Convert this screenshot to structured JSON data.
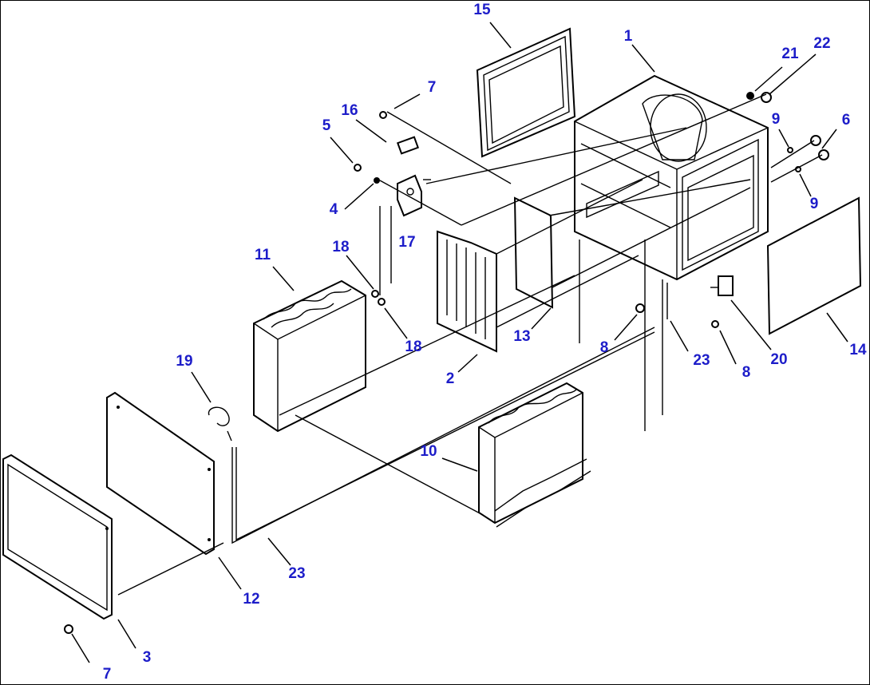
{
  "diagram": {
    "callouts": [
      {
        "id": "c15",
        "text": "15"
      },
      {
        "id": "c1",
        "text": "1"
      },
      {
        "id": "c21",
        "text": "21"
      },
      {
        "id": "c22",
        "text": "22"
      },
      {
        "id": "c7a",
        "text": "7"
      },
      {
        "id": "c16",
        "text": "16"
      },
      {
        "id": "c5",
        "text": "5"
      },
      {
        "id": "c9a",
        "text": "9"
      },
      {
        "id": "c6",
        "text": "6"
      },
      {
        "id": "c4",
        "text": "4"
      },
      {
        "id": "c17",
        "text": "17"
      },
      {
        "id": "c9b",
        "text": "9"
      },
      {
        "id": "c11",
        "text": "11"
      },
      {
        "id": "c18a",
        "text": "18"
      },
      {
        "id": "c18b",
        "text": "18"
      },
      {
        "id": "c13",
        "text": "13"
      },
      {
        "id": "c8a",
        "text": "8"
      },
      {
        "id": "c23a",
        "text": "23"
      },
      {
        "id": "c14",
        "text": "14"
      },
      {
        "id": "c19",
        "text": "19"
      },
      {
        "id": "c2",
        "text": "2"
      },
      {
        "id": "c20",
        "text": "20"
      },
      {
        "id": "c8b",
        "text": "8"
      },
      {
        "id": "c10",
        "text": "10"
      },
      {
        "id": "c23b",
        "text": "23"
      },
      {
        "id": "c12",
        "text": "12"
      },
      {
        "id": "c3",
        "text": "3"
      },
      {
        "id": "c7b",
        "text": "7"
      }
    ]
  }
}
